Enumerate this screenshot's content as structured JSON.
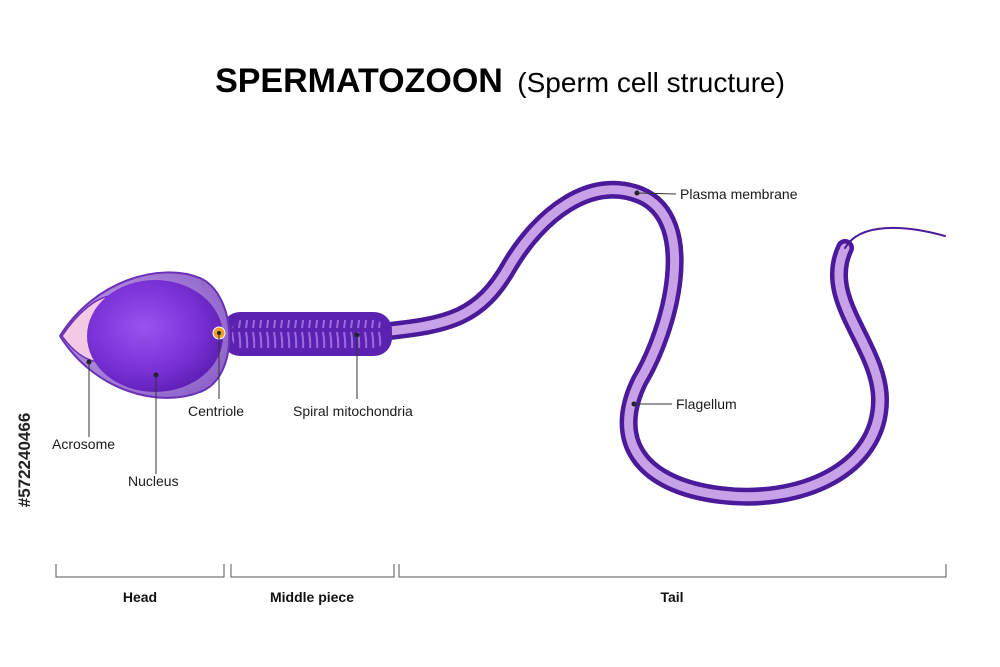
{
  "title": {
    "main": "SPERMATOZOON",
    "sub": "(Sperm cell structure)"
  },
  "labels": {
    "acrosome": "Acrosome",
    "nucleus": "Nucleus",
    "centriole": "Centriole",
    "spiral_mitochondria": "Spiral mitochondria",
    "plasma_membrane": "Plasma membrane",
    "flagellum": "Flagellum"
  },
  "segments": {
    "head": "Head",
    "middle_piece": "Middle piece",
    "tail": "Tail"
  },
  "watermark_id": "#572240466",
  "colors": {
    "membrane": "#6a2fb8",
    "cell_light": "#b07ad6",
    "nucleus": "#6a1fd0",
    "acrosome": "#f4c9e4",
    "centriole": "#f0a030",
    "midpiece": "#5a22b0",
    "flagellum_inner": "#c8a2e6",
    "flagellum_outer": "#4a1a9a"
  }
}
